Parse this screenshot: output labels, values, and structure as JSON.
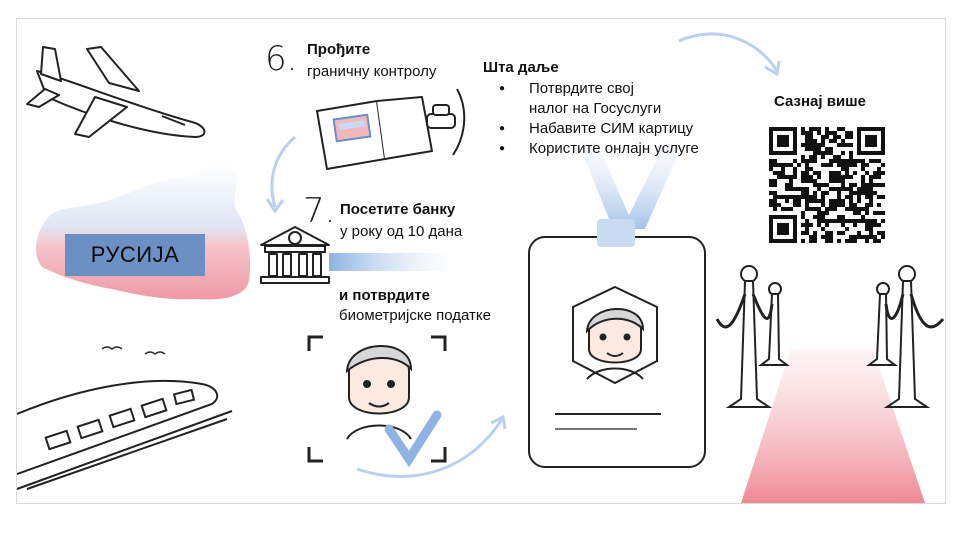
{
  "country_label": "РУСИЈА",
  "step6": {
    "number": "6.",
    "title": "Прођите",
    "subtitle": "граничну контролу"
  },
  "step7": {
    "number": "7.",
    "title": "Посетите банку",
    "subtitle": "у року од 10 дана",
    "confirm_title": "и потврдите",
    "confirm_subtitle": "биометријске податке"
  },
  "next": {
    "title": "Шта даље",
    "items": [
      {
        "line1": "Потврдите свој",
        "line2": "налог на Госуслуги"
      },
      {
        "line1": "Набавите СИМ картицу"
      },
      {
        "line1": "Користите онлајн услуге"
      }
    ]
  },
  "learn_more": {
    "title": "Сазнај више"
  },
  "colors": {
    "accent_blue": "#6c90c3",
    "light_blue": "#a9c5ea",
    "accent_red": "#f0a3ab"
  },
  "icons": [
    "airplane-icon",
    "train-icon",
    "passport-icon",
    "stamp-icon",
    "bank-icon",
    "face-scan-icon",
    "checkmark-icon",
    "id-badge-icon",
    "qr-code-icon",
    "stanchion-icon",
    "red-carpet-icon"
  ]
}
